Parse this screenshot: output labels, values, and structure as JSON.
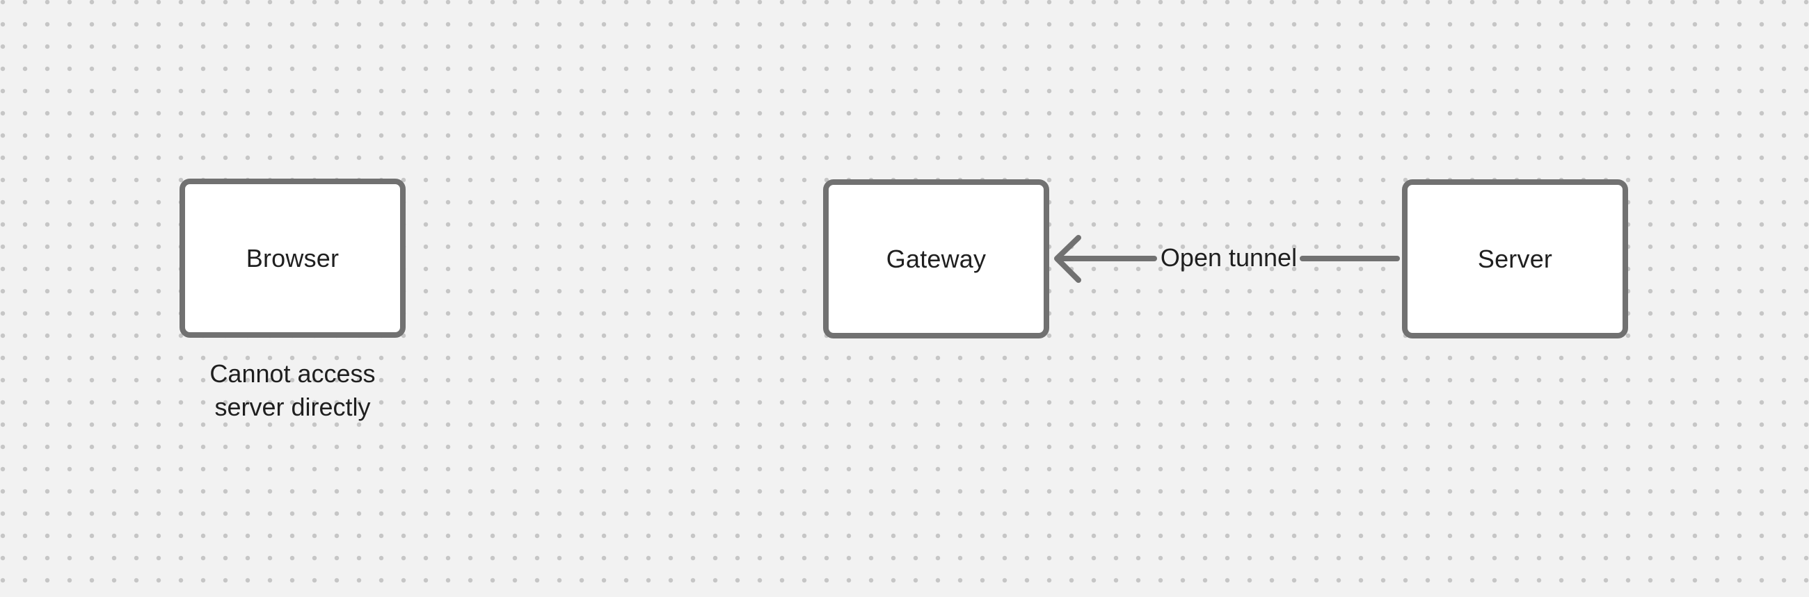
{
  "diagram": {
    "nodes": [
      {
        "label": "Browser"
      },
      {
        "label": "Gateway"
      },
      {
        "label": "Server"
      }
    ],
    "note": {
      "line1": "Cannot access",
      "line2": "server directly"
    },
    "edge": {
      "label": "Open tunnel",
      "from": "Server",
      "to": "Gateway",
      "arrowhead": "left"
    }
  },
  "colors": {
    "canvas_background": "#f2f2f2",
    "grid_dot": "#c6c6c6",
    "node_fill": "#ffffff",
    "node_border": "#717171",
    "arrow": "#717171",
    "text": "#1f1f1f"
  }
}
